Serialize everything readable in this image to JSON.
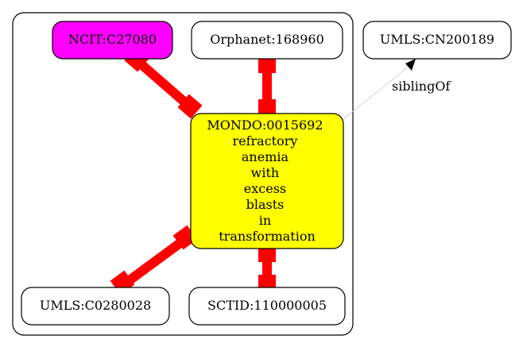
{
  "colors": {
    "background": "#ffffff",
    "cluster_stroke": "#000000",
    "node_stroke": "#000000",
    "focus_fill": "#ffff00",
    "ncit_fill": "#ff00ff",
    "default_fill": "#ffffff",
    "equivalence_edge": "#ff0000",
    "sibling_edge": "#d3d3d3"
  },
  "nodes": {
    "ncit": {
      "label": "NCIT:C27080"
    },
    "orphanet": {
      "label": "Orphanet:168960"
    },
    "umls_cn": {
      "label": "UMLS:CN200189"
    },
    "mondo": {
      "lines": [
        "MONDO:0015692",
        "refractory",
        "anemia",
        "with",
        "excess",
        "blasts",
        "in",
        "transformation"
      ]
    },
    "umls_c": {
      "label": "UMLS:C0280028"
    },
    "sctid": {
      "label": "SCTID:110000005"
    }
  },
  "edges": {
    "sibling": {
      "label": "siblingOf",
      "arrow": "filled-triangle"
    },
    "equivalence": {
      "style": "thick-red-with-box-ends"
    }
  }
}
